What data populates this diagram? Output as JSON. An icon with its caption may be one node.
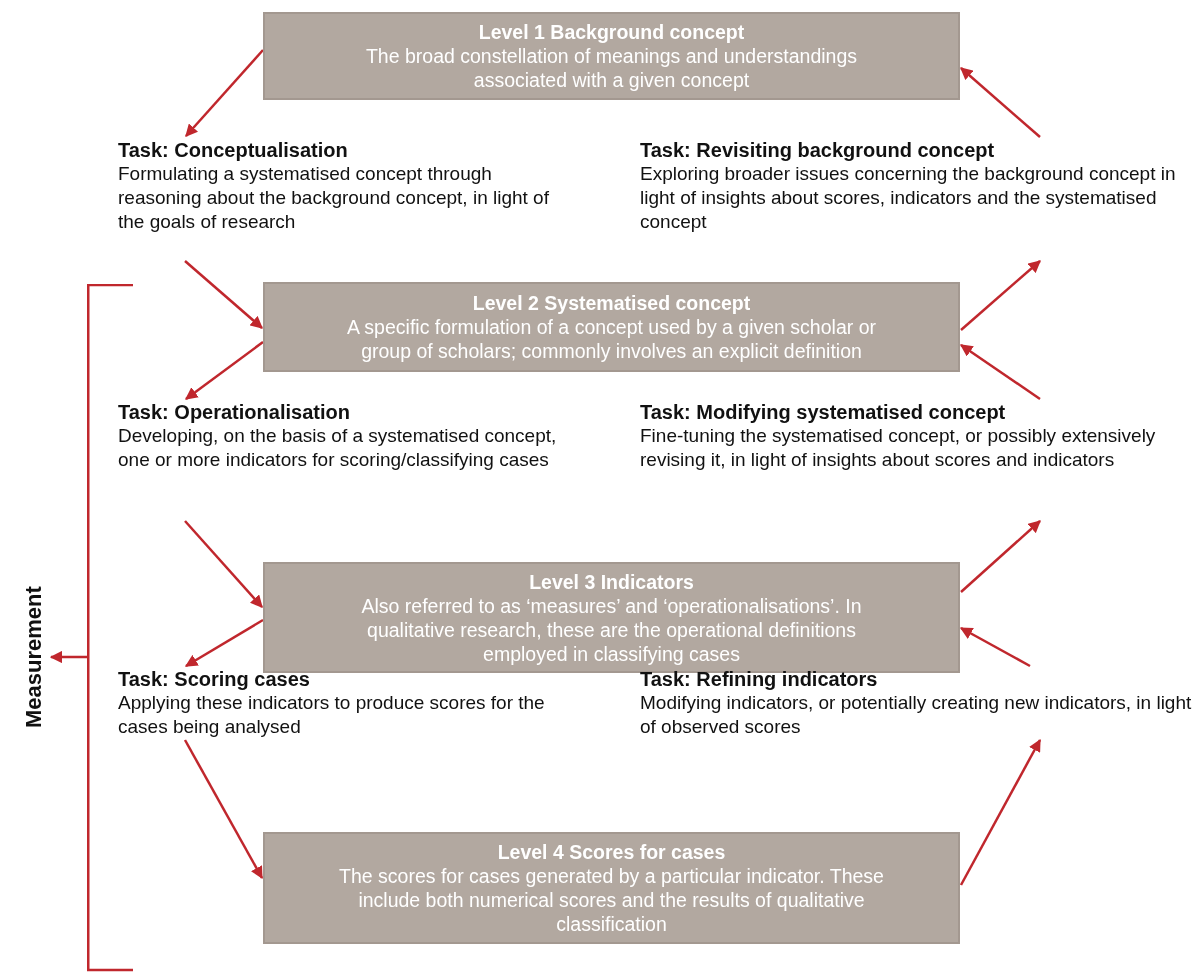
{
  "diagram": {
    "nodes": [
      {
        "text": [
          "Level 1 Background concept",
          "The broad constellation of meanings and understandings associated with a given concept"
        ]
      },
      {
        "text": [
          "Task: Conceptualisation",
          "Formulating a systematised concept through reasoning about the background concept, in light of the goals of research"
        ]
      },
      {
        "text": [
          "Task: Revisiting background concept",
          "Exploring broader issues concerning the background concept in light of insights about scores, indicators and the systematised concept"
        ]
      },
      {
        "text": [
          "Level 2 Systematised concept",
          "A specific formulation of a concept used by a given scholar or group of scholars; commonly involves an explicit definition"
        ]
      },
      {
        "text": [
          "Task: Operationalisation",
          "Developing, on the basis of a systematised concept, one or more indicators for scoring/classifying cases"
        ]
      },
      {
        "text": [
          "Task: Modifying systematised concept",
          "Fine-tuning the systematised concept, or possibly extensively revising it, in light of insights about scores and indicators"
        ]
      },
      {
        "text": [
          "Level 3 Indicators",
          "Also referred to as ‘measures’ and ‘operationalisations’. In qualitative research, these are the operational definitions employed in classifying cases"
        ]
      },
      {
        "text": [
          "Task: Scoring cases",
          "Applying these indicators to produce scores for the cases being analysed"
        ]
      },
      {
        "text": [
          "Task: Refining indicators",
          "Modifying indicators, or potentially creating new indicators, in light of observed scores"
        ]
      },
      {
        "text": [
          "Level 4 Scores for cases",
          "The scores for cases generated by a particular indicator. These include both numerical scores and the results of qualitative classification"
        ]
      },
      {
        "text": [
          "Measurement"
        ]
      },
      {
        "text": [],
        "shape": "bracket"
      }
    ],
    "edges": [
      {
        "from": 0,
        "to": 1,
        "arrow": "to"
      },
      {
        "from": 1,
        "to": 3,
        "arrow": "to"
      },
      {
        "from": 3,
        "to": 4,
        "arrow": "to"
      },
      {
        "from": 4,
        "to": 6,
        "arrow": "to"
      },
      {
        "from": 6,
        "to": 7,
        "arrow": "to"
      },
      {
        "from": 7,
        "to": 9,
        "arrow": "to"
      },
      {
        "from": 9,
        "to": 8,
        "arrow": "to"
      },
      {
        "from": 8,
        "to": 6,
        "arrow": "to"
      },
      {
        "from": 6,
        "to": 5,
        "arrow": "to"
      },
      {
        "from": 5,
        "to": 3,
        "arrow": "to"
      },
      {
        "from": 3,
        "to": 2,
        "arrow": "to"
      },
      {
        "from": 2,
        "to": 0,
        "arrow": "to"
      },
      {
        "from": 11,
        "to": 10,
        "arrow": "to"
      }
    ]
  }
}
